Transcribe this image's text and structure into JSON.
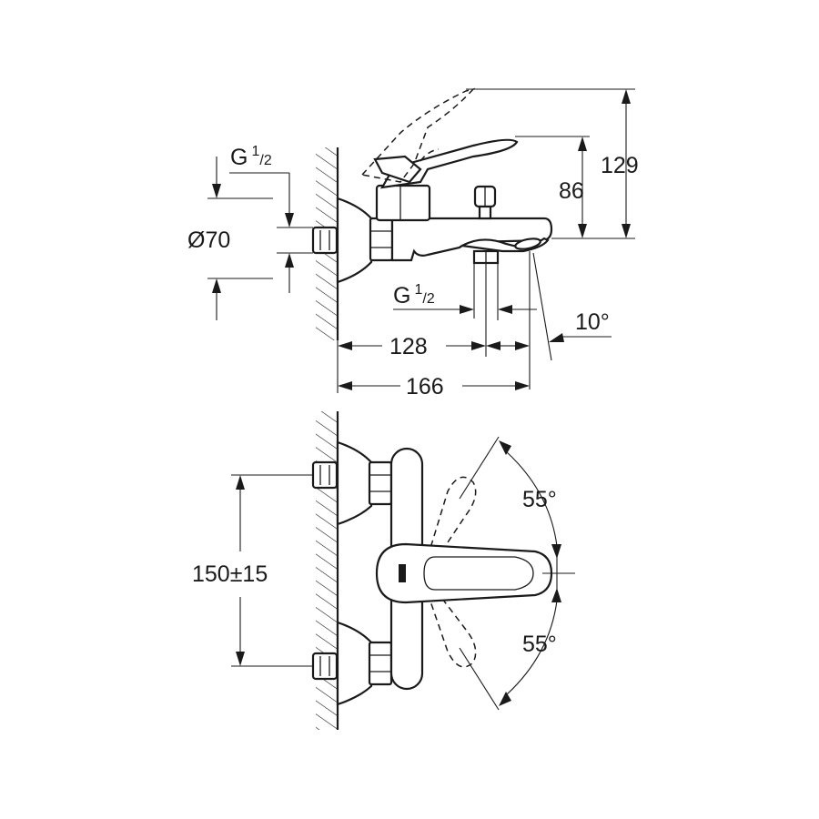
{
  "side_view": {
    "thread_top": {
      "base": "G",
      "num": "1",
      "den": "2"
    },
    "thread_bottom": {
      "base": "G",
      "num": "1",
      "den": "2"
    },
    "dia_flange": "Ø70",
    "h_lever": "129",
    "h_body": "86",
    "w_spout": "128",
    "w_total": "166",
    "spout_angle": "10°"
  },
  "front_view": {
    "centres": "150±15",
    "angle_up": "55°",
    "angle_down": "55°"
  }
}
